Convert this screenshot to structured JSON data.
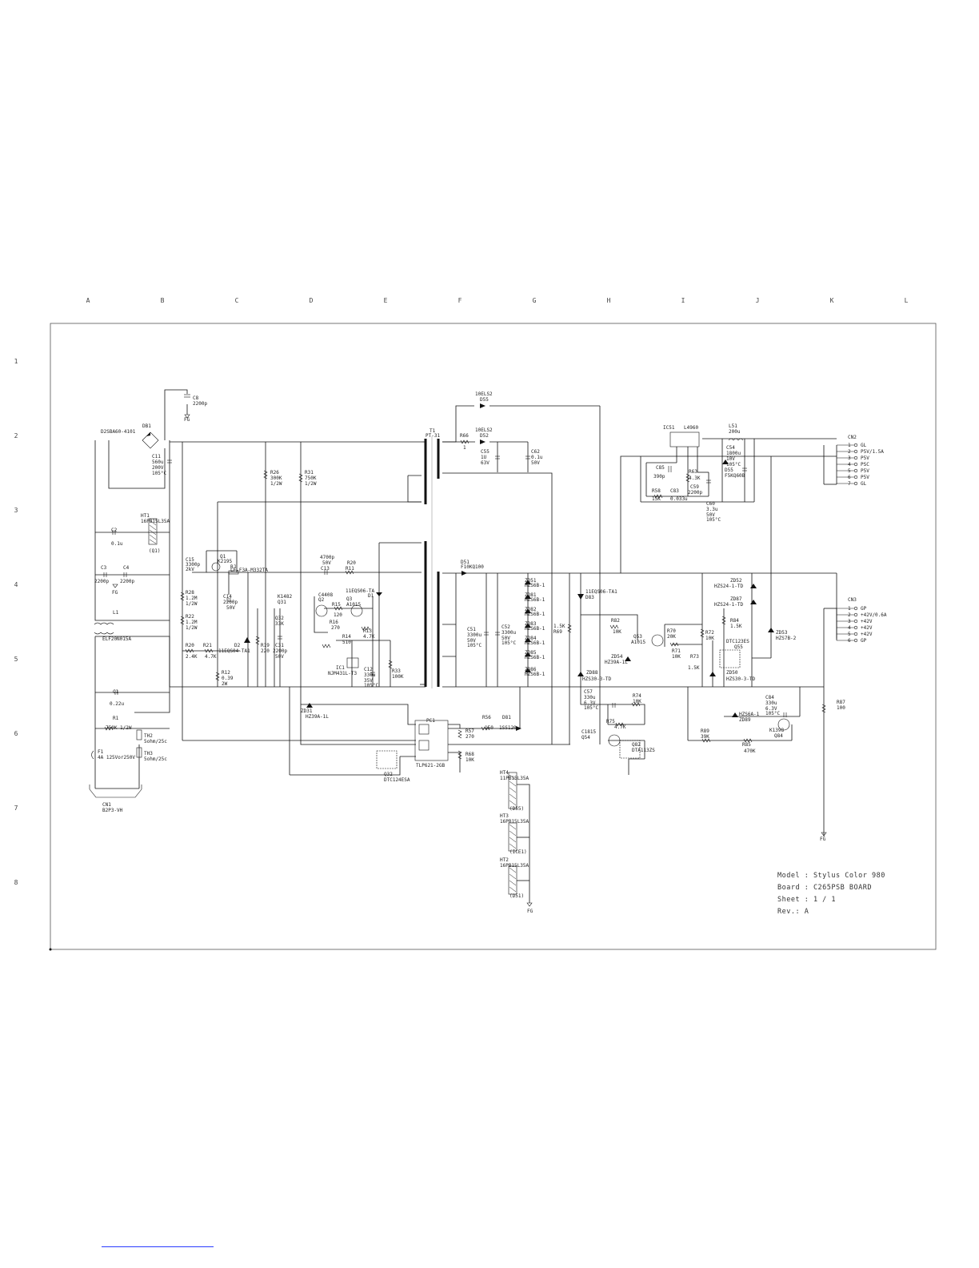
{
  "grid": {
    "columns": [
      "A",
      "B",
      "C",
      "D",
      "E",
      "F",
      "G",
      "H",
      "I",
      "J",
      "K",
      "L"
    ],
    "rows": [
      "1",
      "2",
      "3",
      "4",
      "5",
      "6",
      "7",
      "8"
    ]
  },
  "title_block": {
    "model": "Model : Stylus Color 980",
    "board": "Board : C265PSB BOARD",
    "sheet": "Sheet : 1 / 1",
    "rev": "Rev.: A"
  },
  "components": {
    "c8": [
      "C8",
      "2200p"
    ],
    "fg_top": [
      "FG"
    ],
    "db1": [
      "DB1",
      "D2SBA60-4101"
    ],
    "c11": [
      "C11",
      "560u",
      "200V",
      "105°C"
    ],
    "c2": [
      "C2",
      "0.1u"
    ],
    "c3": [
      "C3",
      "2200p"
    ],
    "c4": [
      "C4",
      "2200p"
    ],
    "fg_left": [
      "FG"
    ],
    "l1": [
      "L1",
      "ELF20N015A"
    ],
    "c1": [
      "C1",
      "0.22u"
    ],
    "r1": [
      "R1",
      "750K 1/2W"
    ],
    "th2": [
      "TH2",
      "5ohm/25c"
    ],
    "th3": [
      "TH3",
      "5ohm/25c"
    ],
    "f1": [
      "F1",
      "4A 125Vor250V"
    ],
    "cn1": [
      "CN1",
      "B2P3-VH"
    ],
    "ht1": [
      "HT1",
      "16PB15L35A",
      "(Q1)"
    ],
    "c15": [
      "C15",
      "3300p",
      "2kV"
    ],
    "q1": [
      "Q1",
      "K2195"
    ],
    "bj": [
      "BJ",
      "LF-F3A-M332TA"
    ],
    "c14": [
      "C14",
      "2200p",
      "50V"
    ],
    "r28": [
      "R28",
      "1.2M",
      "1/2W"
    ],
    "r22": [
      "R22",
      "1.2M",
      "1/2W"
    ],
    "r20": [
      "R20",
      "2.4K"
    ],
    "r21": [
      "R21",
      "4.7K"
    ],
    "d2": [
      "D2",
      "11EQS04-TA1"
    ],
    "r12": [
      "R12",
      "0.39",
      "2W"
    ],
    "r26": [
      "R26",
      "300K",
      "1/2W"
    ],
    "r31": [
      "R31",
      "750K",
      "1/2W"
    ],
    "r19": [
      "R19",
      "220"
    ],
    "q32": [
      "Q32",
      "33K"
    ],
    "k1482": [
      "K1482",
      "Q31"
    ],
    "c31": [
      "C31",
      "2200p",
      "50V"
    ],
    "c13": [
      "4700p",
      "50V",
      "C13"
    ],
    "r11": [
      "R20",
      "R11"
    ],
    "q2": [
      "C4408",
      "Q2"
    ],
    "r15": [
      "R15",
      "120"
    ],
    "q3": [
      "Q3",
      "A1015"
    ],
    "r16": [
      "R16",
      "270"
    ],
    "d1": [
      "11EQS06-TA",
      "D1"
    ],
    "r14": [
      "R14",
      "510"
    ],
    "r13": [
      "R13",
      "4.7K"
    ],
    "ic1": [
      "IC1",
      "NJM431L-T3"
    ],
    "c12": [
      "C12",
      "330u",
      "35V",
      "105°C"
    ],
    "r33": [
      "R33",
      "100K"
    ],
    "zd31": [
      "ZD31",
      "HZ39A-1L"
    ],
    "q32b": [
      "Q32",
      "DTC124ESA"
    ],
    "pc1": [
      "PC1",
      "TLP621-2GB"
    ],
    "t1": [
      "T1",
      "PT-31"
    ],
    "d5": [
      "10ELS2",
      "D55"
    ],
    "d52": [
      "10ELS2",
      "D52"
    ],
    "r66": [
      "R66",
      "1"
    ],
    "c55": [
      "C55",
      "1U",
      "63V"
    ],
    "c62": [
      "C62",
      "0.1u",
      "50V"
    ],
    "d51": [
      "D51",
      "F10KQ100"
    ],
    "c51": [
      "C51",
      "3300u",
      "50V",
      "105°C"
    ],
    "c52": [
      "C52",
      "3300u",
      "50V",
      "105°C"
    ],
    "zd_stack": [
      "ZD51",
      "HZS6B-1",
      "ZD81",
      "HZS6B-1",
      "ZD82",
      "HZS6B-1",
      "ZD83",
      "HZS6B-1",
      "ZD84",
      "HZS6B-1",
      "ZD85",
      "HZS6B-1",
      "ZD86",
      "HZS6B-1"
    ],
    "r56": [
      "R56",
      "150"
    ],
    "d81": [
      "D81",
      "1SS120"
    ],
    "r57": [
      "R57",
      "270"
    ],
    "r68": [
      "R68",
      "10K"
    ],
    "ht4": [
      "HT4",
      "11PB15L35A",
      "(D55)"
    ],
    "ht3": [
      "HT3",
      "16PB15L35A",
      "(ICE1)"
    ],
    "ht2": [
      "HT2",
      "16PB15L35A",
      "(D51)"
    ],
    "fg_mid": [
      "FG"
    ],
    "r69": [
      "1.5K",
      "R69"
    ],
    "d83": [
      "11EQS06-TA1",
      "D83"
    ],
    "r82": [
      "R82",
      "10K"
    ],
    "q53": [
      "Q53",
      "A1015"
    ],
    "r70": [
      "R70",
      "20K"
    ],
    "r71": [
      "R71",
      "10K"
    ],
    "zd54": [
      "ZD54",
      "HZ39A-1L"
    ],
    "zd88": [
      "ZD88",
      "HZS30-3-TD"
    ],
    "c57": [
      "C57",
      "330u",
      "6.3V",
      "105°C"
    ],
    "r74": [
      "R74",
      "10K"
    ],
    "r75": [
      "R75",
      "4.7K"
    ],
    "q54": [
      "C1815",
      "Q54"
    ],
    "q82": [
      "Q82",
      "DTA113ZS"
    ],
    "ic51": [
      "IC51",
      "L4960"
    ],
    "c85": [
      "C85",
      "390p"
    ],
    "r58": [
      "R58",
      "15K"
    ],
    "c83": [
      "C83",
      "0.033u"
    ],
    "r63": [
      "R63",
      "4.3K"
    ],
    "c59": [
      "C59",
      "2200p"
    ],
    "l51": [
      "L51",
      "200u"
    ],
    "c54": [
      "C54",
      "1800u",
      "10V",
      "105°C"
    ],
    "d55b": [
      "D55",
      "F5KQ60B"
    ],
    "c60": [
      "C60",
      "3.3u",
      "50V",
      "105°C"
    ],
    "zd52": [
      "ZD52",
      "HZS24-1-TD"
    ],
    "zd87": [
      "ZD87",
      "HZS24-1-TD"
    ],
    "r84": [
      "R84",
      "1.5K"
    ],
    "r72": [
      "R72",
      "10K"
    ],
    "r73": [
      "R73",
      "1.5K"
    ],
    "q55": [
      "DTC123ES",
      "Q55"
    ],
    "zd50": [
      "ZD50",
      "HZS30-3-TD"
    ],
    "zd53": [
      "ZD53",
      "HZS7B-2"
    ],
    "zd89": [
      "HZS6A-1",
      "ZD89"
    ],
    "c84": [
      "C84",
      "330u",
      "6.3V",
      "105°C"
    ],
    "k1398": [
      "K1398",
      "Q84"
    ],
    "r89": [
      "R89",
      "39K"
    ],
    "r85": [
      "R85",
      "470K"
    ],
    "r87": [
      "R87",
      "100"
    ],
    "fg_right": [
      "FG"
    ],
    "cn2": [
      "CN2"
    ],
    "cn3": [
      "CN3"
    ]
  },
  "connectors": {
    "cn2_pins": [
      {
        "num": "1",
        "label": "GL"
      },
      {
        "num": "2",
        "label": "P5V/1.5A"
      },
      {
        "num": "3",
        "label": "P5V"
      },
      {
        "num": "4",
        "label": "PSC"
      },
      {
        "num": "5",
        "label": "P5V"
      },
      {
        "num": "6",
        "label": "P5V"
      },
      {
        "num": "7",
        "label": "GL"
      }
    ],
    "cn3_pins": [
      {
        "num": "1",
        "label": "GP"
      },
      {
        "num": "2",
        "label": "+42V/0.6A"
      },
      {
        "num": "3",
        "label": "+42V"
      },
      {
        "num": "4",
        "label": "+42V"
      },
      {
        "num": "5",
        "label": "+42V"
      },
      {
        "num": "6",
        "label": "GP"
      }
    ]
  }
}
